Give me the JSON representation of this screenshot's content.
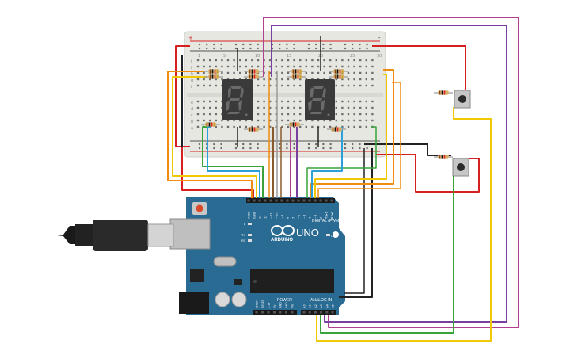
{
  "board": {
    "logo_text": "ARDUINO",
    "model_text": "UNO",
    "digital_header_label": "DIGITAL (PWM ~)",
    "analog_header_label": "ANALOG IN",
    "power_header_label": "POWER",
    "on_label": "ON",
    "l_label": "L",
    "tx_label": "TX",
    "rx_label": "RX",
    "top_pins": [
      "AREF",
      "GND",
      "13",
      "12",
      "~11",
      "~10",
      "~9",
      "8",
      "7",
      "~6",
      "~5",
      "4",
      "~3",
      "2",
      "TX▸1",
      "RX◂0"
    ],
    "power_pins": [
      "IOREF",
      "RESET",
      "3.3V",
      "5V",
      "GND",
      "GND",
      "Vin"
    ],
    "analog_pins": [
      "A0",
      "A1",
      "A2",
      "A3",
      "A4",
      "A5"
    ]
  },
  "breadboard": {
    "rail_plus_label": "+",
    "rail_minus_label": "-",
    "column_numbers": [
      "1",
      "5",
      "10",
      "15",
      "20",
      "25",
      "30"
    ],
    "row_letters_top": [
      "j",
      "i",
      "h",
      "g",
      "f"
    ],
    "row_letters_bottom": [
      "e",
      "d",
      "c",
      "b",
      "a"
    ]
  },
  "colors": {
    "board": "#2a6b93",
    "breadboard": "#e9e9e4",
    "wire_red": "#d62020",
    "wire_black": "#222222",
    "wire_purple": "#7b3fa0",
    "wire_magenta": "#b0408f",
    "wire_orange": "#f08c10",
    "wire_yellow": "#f0c800",
    "wire_green": "#3aa23a",
    "wire_blue": "#2a9fd8",
    "wire_brown": "#8a5a2c",
    "wire_gray": "#9a9a9a"
  }
}
